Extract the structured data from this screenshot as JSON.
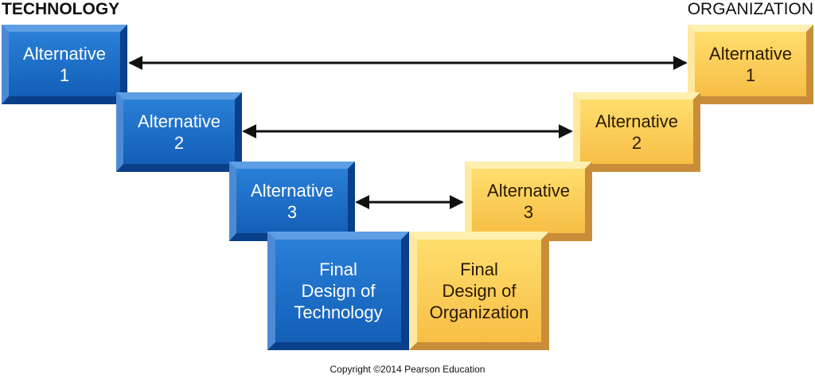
{
  "headers": {
    "left": "TECHNOLOGY",
    "right": "ORGANIZATION"
  },
  "technology": {
    "alt1": "Alternative\n1",
    "alt2": "Alternative\n2",
    "alt3": "Alternative\n3",
    "final": "Final\nDesign of\nTechnology"
  },
  "organization": {
    "alt1": "Alternative\n1",
    "alt2": "Alternative\n2",
    "alt3": "Alternative\n3",
    "final": "Final\nDesign of\nOrganization"
  },
  "copyright": "Copyright ©2014 Pearson Education",
  "colors": {
    "technology_fill": "#1f6fc9",
    "organization_fill": "#fcd05a",
    "arrow": "#111111"
  }
}
